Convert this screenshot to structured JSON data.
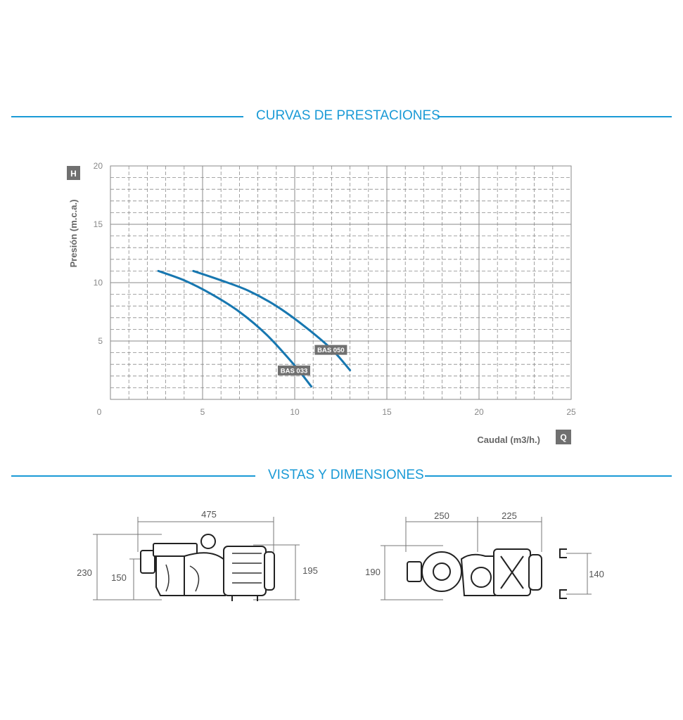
{
  "sections": {
    "performance_title": "CURVAS DE PRESTACIONES",
    "dimensions_title": "VISTAS Y DIMENSIONES"
  },
  "colors": {
    "accent": "#1a9ad6",
    "curve": "#1777b0",
    "badge": "#707070",
    "grid": "#8a8a8a"
  },
  "chart_data": {
    "type": "line",
    "xlabel": "Caudal (m3/h.)",
    "ylabel": "Presión (m.c.a.)",
    "x_badge": "Q",
    "y_badge": "H",
    "xlim": [
      0,
      25
    ],
    "ylim": [
      0,
      20
    ],
    "xticks": [
      0,
      5,
      10,
      15,
      20,
      25
    ],
    "yticks": [
      5,
      10,
      15,
      20
    ],
    "grid": true,
    "series": [
      {
        "name": "BAS 033",
        "x": [
          2.6,
          4.0,
          5.5,
          7.0,
          8.5,
          10.0,
          10.9
        ],
        "y": [
          11.0,
          10.2,
          9.0,
          7.5,
          5.5,
          2.9,
          1.1
        ]
      },
      {
        "name": "BAS 050",
        "x": [
          4.5,
          6.0,
          7.5,
          9.0,
          10.5,
          12.0,
          13.0
        ],
        "y": [
          11.0,
          10.2,
          9.3,
          8.0,
          6.3,
          4.3,
          2.5
        ]
      }
    ]
  },
  "dimensions": {
    "side_view": {
      "length": "475",
      "height": "230",
      "axis_height": "150",
      "motor_height": "195"
    },
    "top_view": {
      "pump_width": "250",
      "motor_width": "225",
      "depth": "190",
      "base_spacing": "140"
    }
  }
}
